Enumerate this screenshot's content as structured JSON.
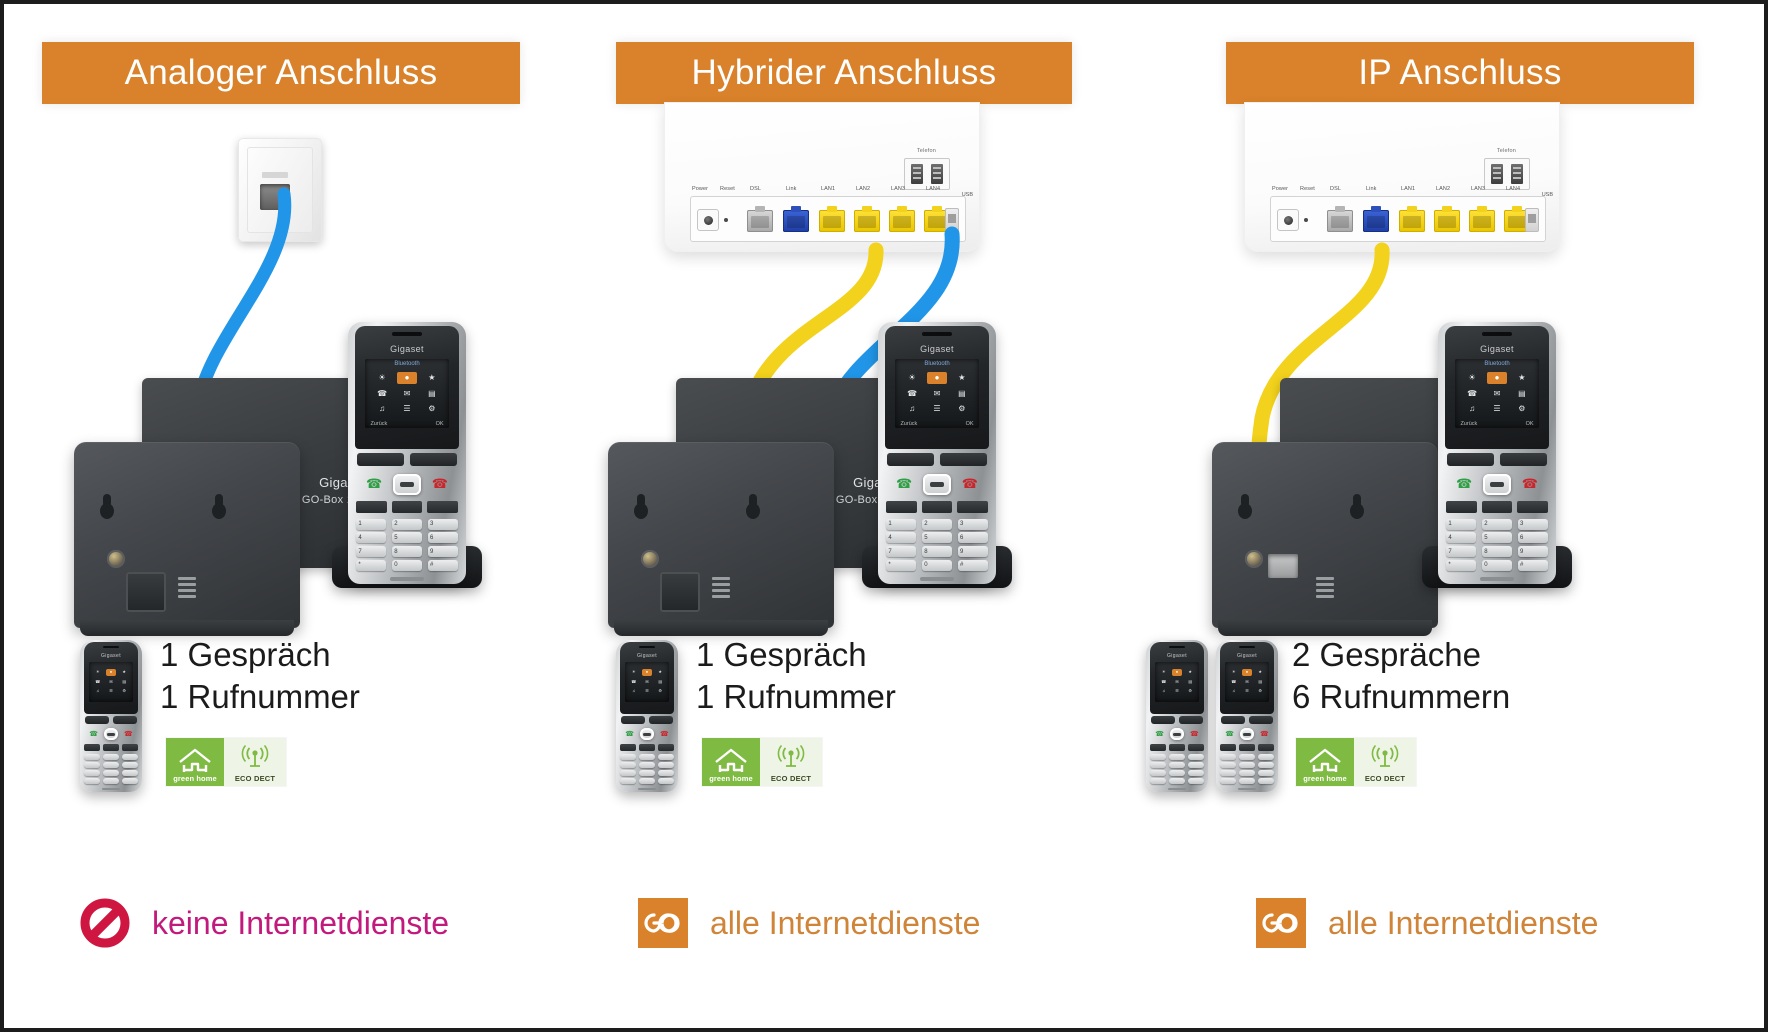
{
  "diagram": {
    "title_bar_color": "#d9822b",
    "columns": [
      {
        "id": "analog",
        "header": "Analoger Anschluss",
        "source_device": "wall-jack",
        "cables": [
          {
            "color": "#2196e8",
            "name": "phone-cable-blue",
            "from": "wall-jack",
            "to": "go-box-phone-port"
          }
        ],
        "base_station": {
          "brand": "Gigaset",
          "model": "GO-Box 100"
        },
        "handset_brand": "Gigaset",
        "handset_screen": {
          "header": "Bluetooth",
          "softkey_left": "Zurück",
          "softkey_right": "OK"
        },
        "result": {
          "line1": "1 Gespräch",
          "line2": "1 Rufnummer",
          "handset_count": 1
        },
        "eco_badge": {
          "green_home": "green home",
          "eco_dect": "ECO DECT"
        },
        "status": {
          "icon": "prohibited-icon",
          "label": "keine Internetdienste",
          "color": "#c2197c"
        }
      },
      {
        "id": "hybrid",
        "header": "Hybrider Anschluss",
        "source_device": "router",
        "cables": [
          {
            "color": "#f2d21c",
            "name": "lan-cable-yellow",
            "from": "router-lan3",
            "to": "go-box-lan-port"
          },
          {
            "color": "#2196e8",
            "name": "phone-cable-blue",
            "from": "router-telefon",
            "to": "go-box-phone-port"
          }
        ],
        "base_station": {
          "brand": "Gigaset",
          "model": "GO-Box 100"
        },
        "handset_brand": "Gigaset",
        "handset_screen": {
          "header": "Bluetooth",
          "softkey_left": "Zurück",
          "softkey_right": "OK"
        },
        "result": {
          "line1": "1 Gespräch",
          "line2": "1 Rufnummer",
          "handset_count": 1
        },
        "eco_badge": {
          "green_home": "green home",
          "eco_dect": "ECO DECT"
        },
        "status": {
          "icon": "go-infinity-icon",
          "label": "alle Internetdienste",
          "color": "#cf8438"
        }
      },
      {
        "id": "ip",
        "header": "IP Anschluss",
        "source_device": "router",
        "cables": [
          {
            "color": "#f2d21c",
            "name": "lan-cable-yellow",
            "from": "router-lan1",
            "to": "go-box-lan-port"
          }
        ],
        "base_station": {
          "brand": "Gigaset",
          "model": "GO-Box 100"
        },
        "handset_brand": "Gigaset",
        "handset_screen": {
          "header": "Bluetooth",
          "softkey_left": "Zurück",
          "softkey_right": "OK"
        },
        "result": {
          "line1": "2 Gespräche",
          "line2": "6 Rufnummern",
          "handset_count": 2
        },
        "eco_badge": {
          "green_home": "green home",
          "eco_dect": "ECO DECT"
        },
        "status": {
          "icon": "go-infinity-icon",
          "label": "alle Internetdienste",
          "color": "#cf8438"
        }
      }
    ],
    "router": {
      "port_labels": [
        "Power",
        "Reset",
        "DSL",
        "Link",
        "LAN1",
        "LAN2",
        "LAN3",
        "LAN4"
      ],
      "telefon_label": "Telefon",
      "usb_label": "USB"
    },
    "keypad": [
      "1",
      "2",
      "3",
      "4",
      "5",
      "6",
      "7",
      "8",
      "9",
      "*",
      "0",
      "#"
    ]
  }
}
